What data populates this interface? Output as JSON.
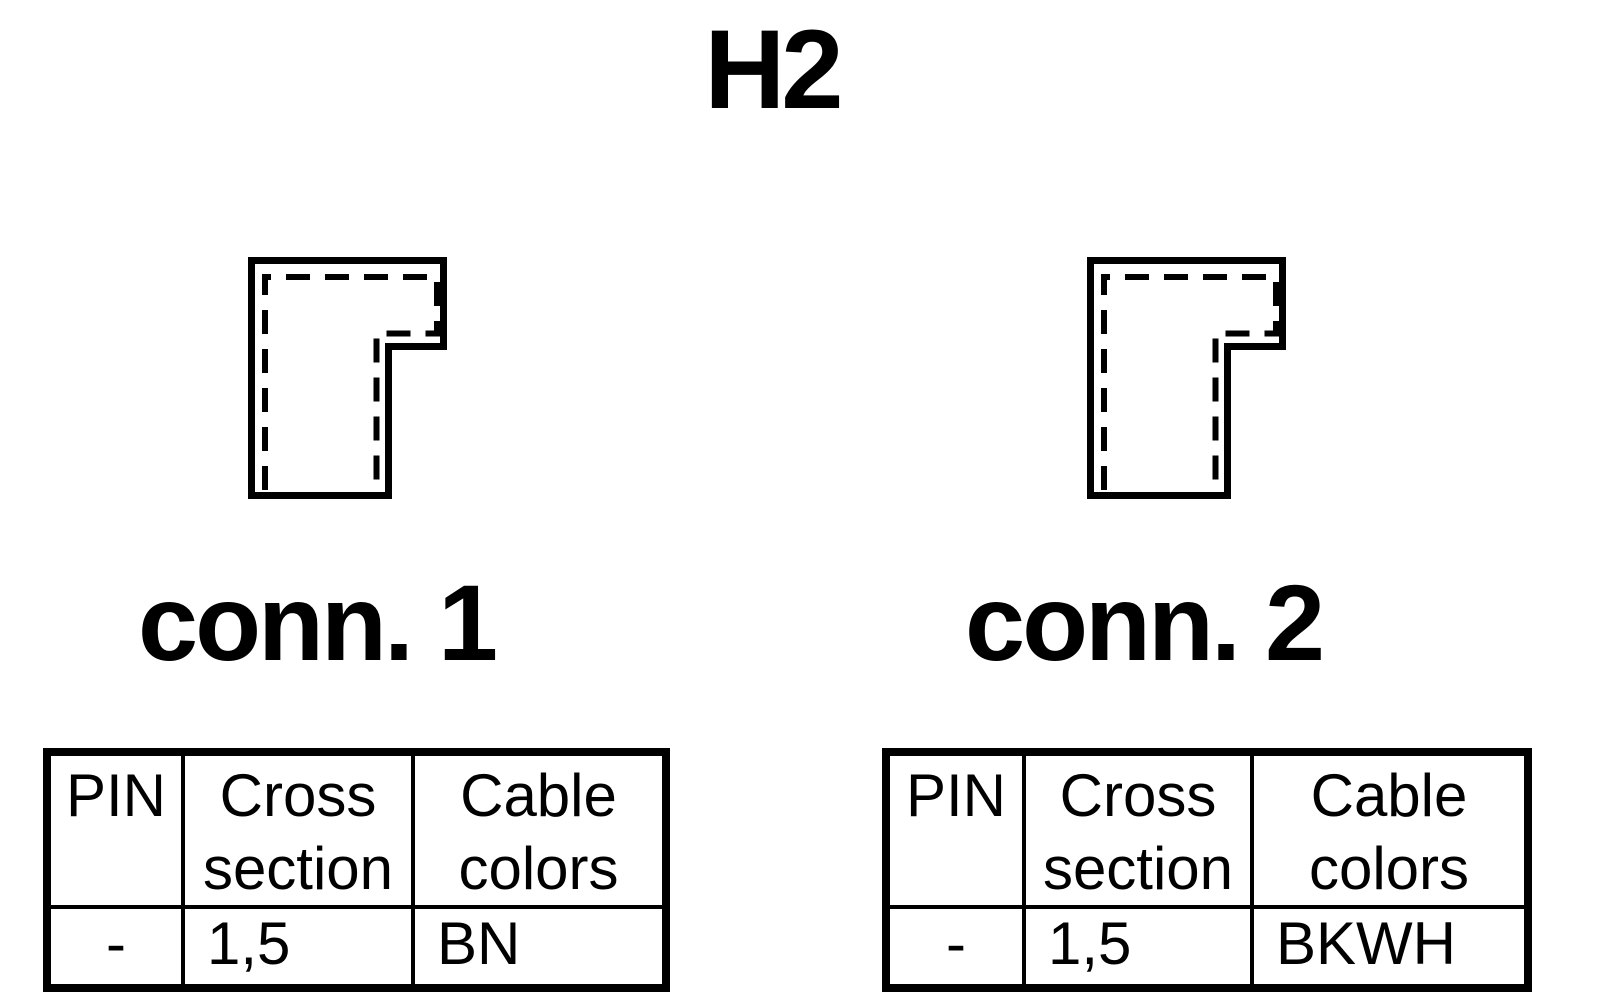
{
  "title": "H2",
  "colors": {
    "foreground": "#000000",
    "background": "#ffffff"
  },
  "connectors": [
    {
      "label": "conn. 1",
      "icon": "l-shaped-connector-outline",
      "table": {
        "headers": [
          "PIN",
          "Cross section",
          "Cable colors"
        ],
        "rows": [
          [
            "-",
            "1,5",
            "BN"
          ]
        ]
      }
    },
    {
      "label": "conn. 2",
      "icon": "l-shaped-connector-outline",
      "table": {
        "headers": [
          "PIN",
          "Cross section",
          "Cable colors"
        ],
        "rows": [
          [
            "-",
            "1,5",
            "BKWH"
          ]
        ]
      }
    }
  ]
}
